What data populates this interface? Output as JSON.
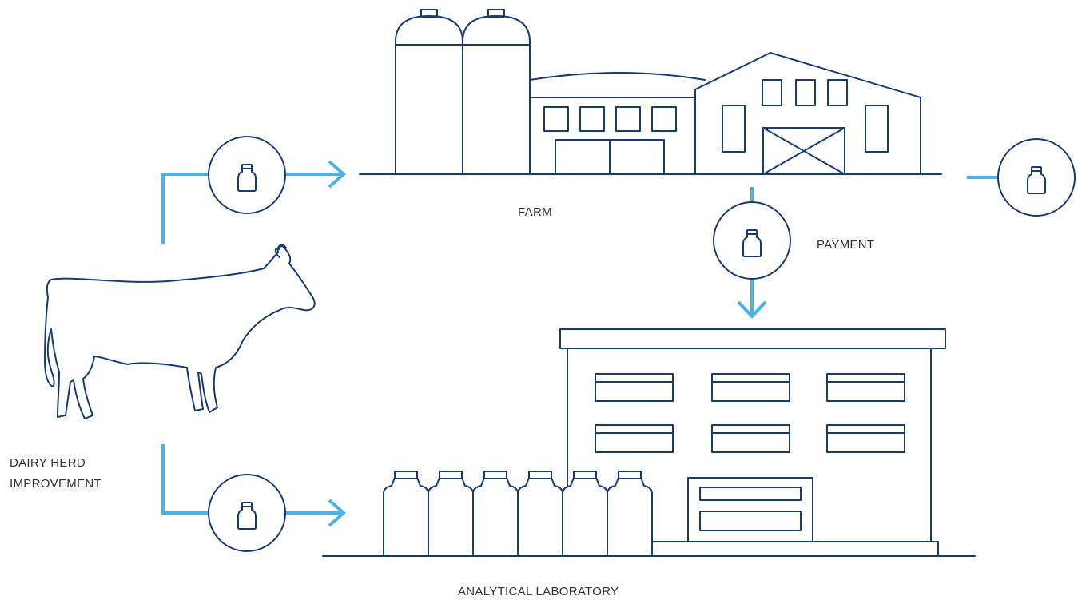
{
  "labels": {
    "farm": "FARM",
    "payment": "PAYMENT",
    "dairy_herd_line1": "DAIRY HERD",
    "dairy_herd_line2": "IMPROVEMENT",
    "lab": "ANALYTICAL LABORATORY"
  },
  "colors": {
    "outline": "#1a3a73",
    "flow": "#4ab3e6",
    "text": "#333333"
  },
  "icons": [
    "cow-icon",
    "farm-icon",
    "laboratory-icon",
    "milk-bottle-icon",
    "arrow-icon"
  ]
}
